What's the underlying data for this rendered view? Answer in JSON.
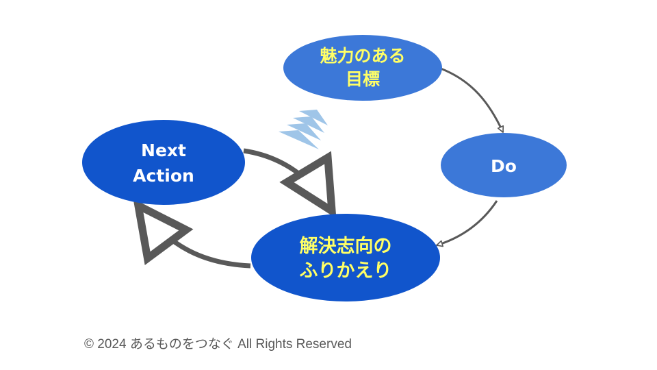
{
  "nodes": {
    "goal": {
      "lines": [
        "魅力のある",
        "目標"
      ],
      "fill": "#3c78d8",
      "text_color": "#ffff66"
    },
    "do": {
      "lines": [
        "Do"
      ],
      "fill": "#3c78d8",
      "text_color": "#ffffff"
    },
    "reflection": {
      "lines": [
        "解決志向の",
        "ふりかえり"
      ],
      "fill": "#1155cc",
      "text_color": "#ffff66"
    },
    "next_action": {
      "lines": [
        "Next",
        "Action"
      ],
      "fill": "#1155cc",
      "text_color": "#ffffff"
    }
  },
  "edges": [
    {
      "from": "goal",
      "to": "do",
      "style": "thin"
    },
    {
      "from": "do",
      "to": "reflection",
      "style": "thin"
    },
    {
      "from": "reflection",
      "to": "next_action",
      "style": "thick"
    },
    {
      "from": "next_action",
      "to": "reflection",
      "style": "thick"
    }
  ],
  "colors": {
    "arrow": "#595959",
    "chevrons": "#9fc5e8"
  },
  "footer": {
    "copyright": "© 2024 あるものをつなぐ All Rights Reserved"
  }
}
